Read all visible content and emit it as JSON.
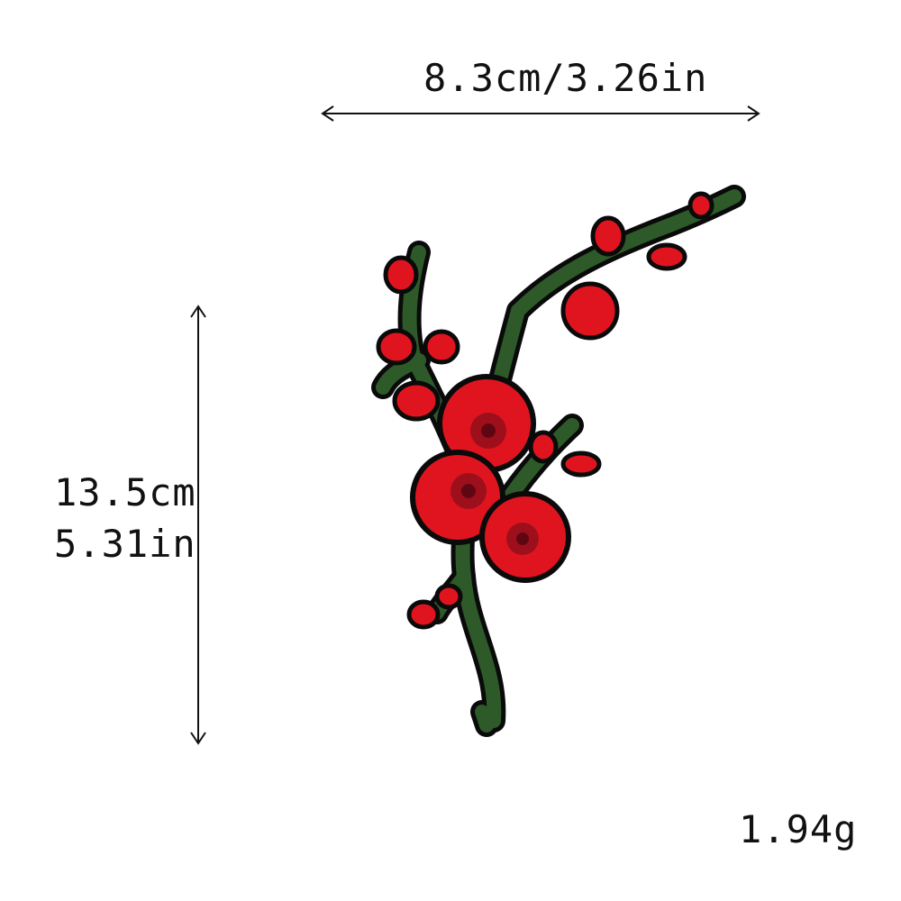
{
  "dimensions": {
    "width_text": "8.3cm/3.26in",
    "height_cm_text": "13.5cm",
    "height_in_text": "5.31in",
    "weight_text": "1.94g"
  },
  "colors": {
    "background": "#ffffff",
    "arrow": "#111111",
    "petal": "#e0141f",
    "petal_dark": "#9e0f1c",
    "stem": "#2e5a2a",
    "outline": "#0a0a0a"
  }
}
